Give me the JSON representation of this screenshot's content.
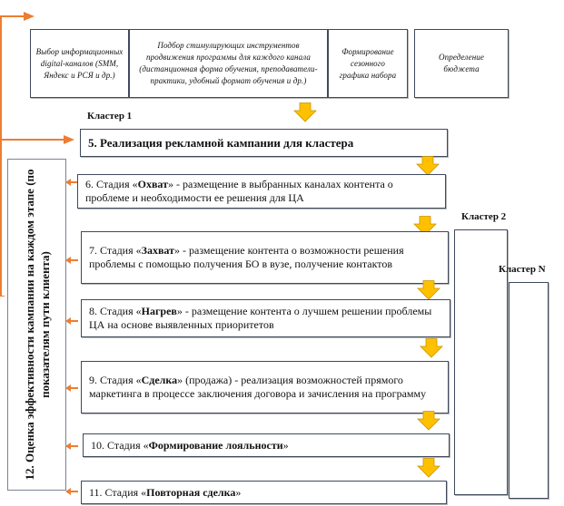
{
  "top_boxes": [
    {
      "text": "Выбор информационных digital-каналов (SMM, Яндекс и РСЯ и др.)"
    },
    {
      "text": "Подбор стимулирующих инструментов продвижения программы для каждого канала (дистанционная форма обучения, преподаватели-практики, удобный формат обучения и др.)"
    },
    {
      "text": "Формирование сезонного графика набора"
    },
    {
      "text": "Определение бюджета"
    }
  ],
  "clusters": {
    "cluster1_label": "Кластер 1",
    "cluster2_label": "Кластер 2",
    "clusterN_label": "Кластер N"
  },
  "main_step": {
    "text": "5. Реализация рекламной кампании для кластера"
  },
  "stages": [
    {
      "prefix": "6. Стадия «",
      "name": "Охват",
      "suffix": "» - размещение в выбранных каналах контента о проблеме и необходимости ее решения для ЦА"
    },
    {
      "prefix": "7. Стадия «",
      "name": "Захват",
      "suffix": "» - размещение контента о возможности решения проблемы с помощью получения БО в вузе, получение контактов"
    },
    {
      "prefix": "8. Стадия «",
      "name": "Нагрев",
      "suffix": "» - размещение контента о лучшем решении проблемы ЦА на основе выявленных приоритетов"
    },
    {
      "prefix": "9. Стадия «",
      "name": "Сделка",
      "suffix": "» (продажа) - реализация возможностей прямого маркетинга в процессе заключения договора и зачисления на программу"
    },
    {
      "prefix": "10. Стадия «",
      "name": "Формирование лояльности",
      "suffix": "»"
    },
    {
      "prefix": "11. Стадия «",
      "name": "Повторная сделка",
      "suffix": "»"
    }
  ],
  "evaluation": {
    "text": "12. Оценка эффективности кампании на каждом этапе (по показателям пути клиента)"
  },
  "colors": {
    "flow_arrow": "#ffc000",
    "flow_arrow_outline": "#c99500",
    "feedback_line": "#ed7d31",
    "box_border": "#3f4a5c"
  },
  "icons": {
    "down_arrow": "block-arrow-down-icon",
    "left_arrow": "arrow-left-icon",
    "right_arrow": "arrow-right-icon"
  }
}
